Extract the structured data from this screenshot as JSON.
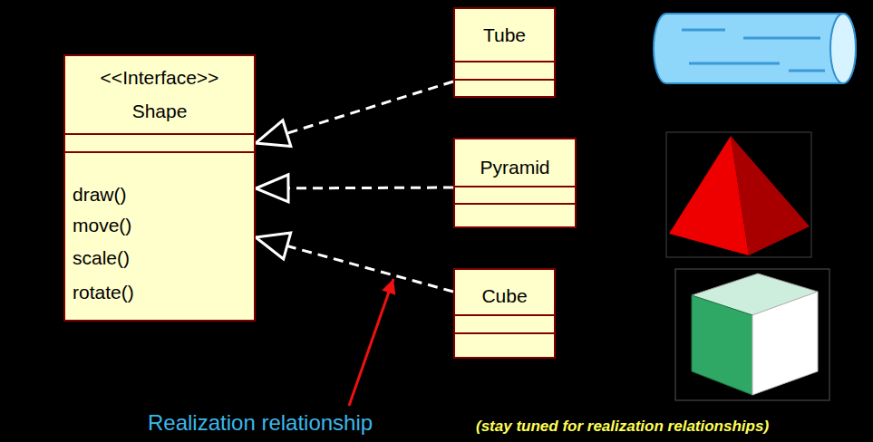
{
  "diagram": {
    "nodes": [
      {
        "text": [
          "<<Interface>>",
          "Shape",
          "draw()",
          "move()",
          "scale()",
          "rotate()"
        ]
      },
      {
        "text": [
          "Tube"
        ]
      },
      {
        "text": [
          "Pyramid"
        ]
      },
      {
        "text": [
          "Cube"
        ]
      }
    ],
    "edges": [
      {
        "from": 1,
        "to": 0,
        "arrow": "to"
      },
      {
        "from": 2,
        "to": 0,
        "arrow": "to"
      },
      {
        "from": 3,
        "to": 0,
        "arrow": "to"
      }
    ],
    "labels": [
      "Realization relationship",
      "(stay tuned for realization relationships)"
    ]
  }
}
